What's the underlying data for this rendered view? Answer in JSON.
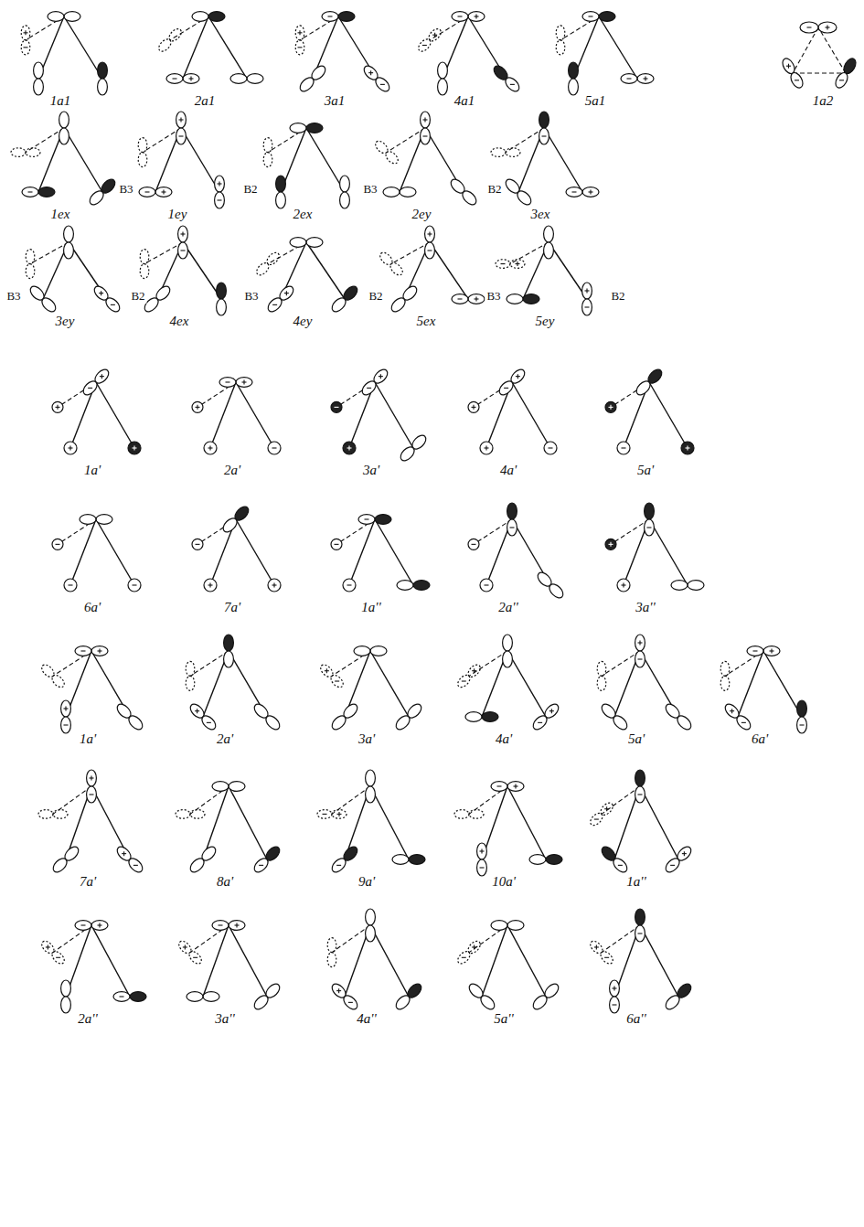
{
  "diagram": {
    "labels": [
      "1a1",
      "2a1",
      "3a1",
      "4a1",
      "5a1",
      "1a2",
      "1ex",
      "B3",
      "B2",
      "1ey",
      "2ex",
      "B3",
      "B2",
      "2ey",
      "3ex",
      "B3",
      "B2",
      "3ey",
      "4ex",
      "B3",
      "B2",
      "4ey",
      "5ex",
      "B3",
      "B2",
      "5ey",
      "1a'",
      "2a'",
      "3a'",
      "4a'",
      "5a'",
      "6a'",
      "7a'",
      "1a''",
      "2a''",
      "3a''",
      "1a'",
      "2a'",
      "3a'",
      "4a'",
      "5a'",
      "6a'",
      "7a'",
      "8a'",
      "9a'",
      "10a'",
      "1a''",
      "2a''",
      "3a''",
      "4a''",
      "5a''",
      "6a''"
    ]
  }
}
